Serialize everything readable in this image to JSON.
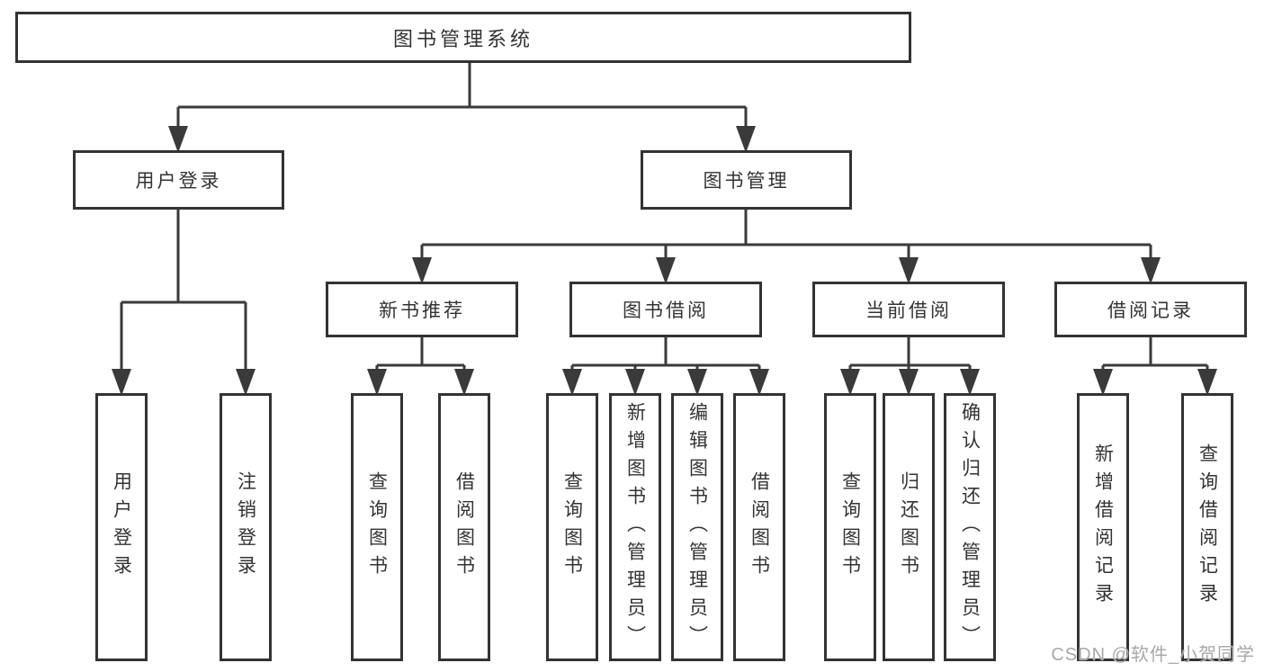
{
  "diagram": {
    "type": "hierarchy-tree",
    "background": "#ffffff",
    "colors": {
      "line": "#3a3a3a",
      "box_border": "#333333",
      "box_fill": "#ffffff",
      "text": "#333333",
      "watermark_text": "#a8a8a8"
    }
  },
  "tree": {
    "label": "图书管理系统",
    "children": [
      {
        "label": "用户登录",
        "children": [
          {
            "label": "用户登录"
          },
          {
            "label": "注销登录"
          }
        ]
      },
      {
        "label": "图书管理",
        "children": [
          {
            "label": "新书推荐",
            "children": [
              {
                "label": "查询图书"
              },
              {
                "label": "借阅图书"
              }
            ]
          },
          {
            "label": "图书借阅",
            "children": [
              {
                "label": "查询图书"
              },
              {
                "label": "新增图书（管理员）"
              },
              {
                "label": "编辑图书（管理员）"
              },
              {
                "label": "借阅图书"
              }
            ]
          },
          {
            "label": "当前借阅",
            "children": [
              {
                "label": "查询图书"
              },
              {
                "label": "归还图书"
              },
              {
                "label": "确认归还（管理员）"
              }
            ]
          },
          {
            "label": "借阅记录",
            "children": [
              {
                "label": "新增借阅记录"
              },
              {
                "label": "查询借阅记录"
              }
            ]
          }
        ]
      }
    ]
  },
  "watermark": {
    "text": "CSDN @软件_小贺同学"
  }
}
